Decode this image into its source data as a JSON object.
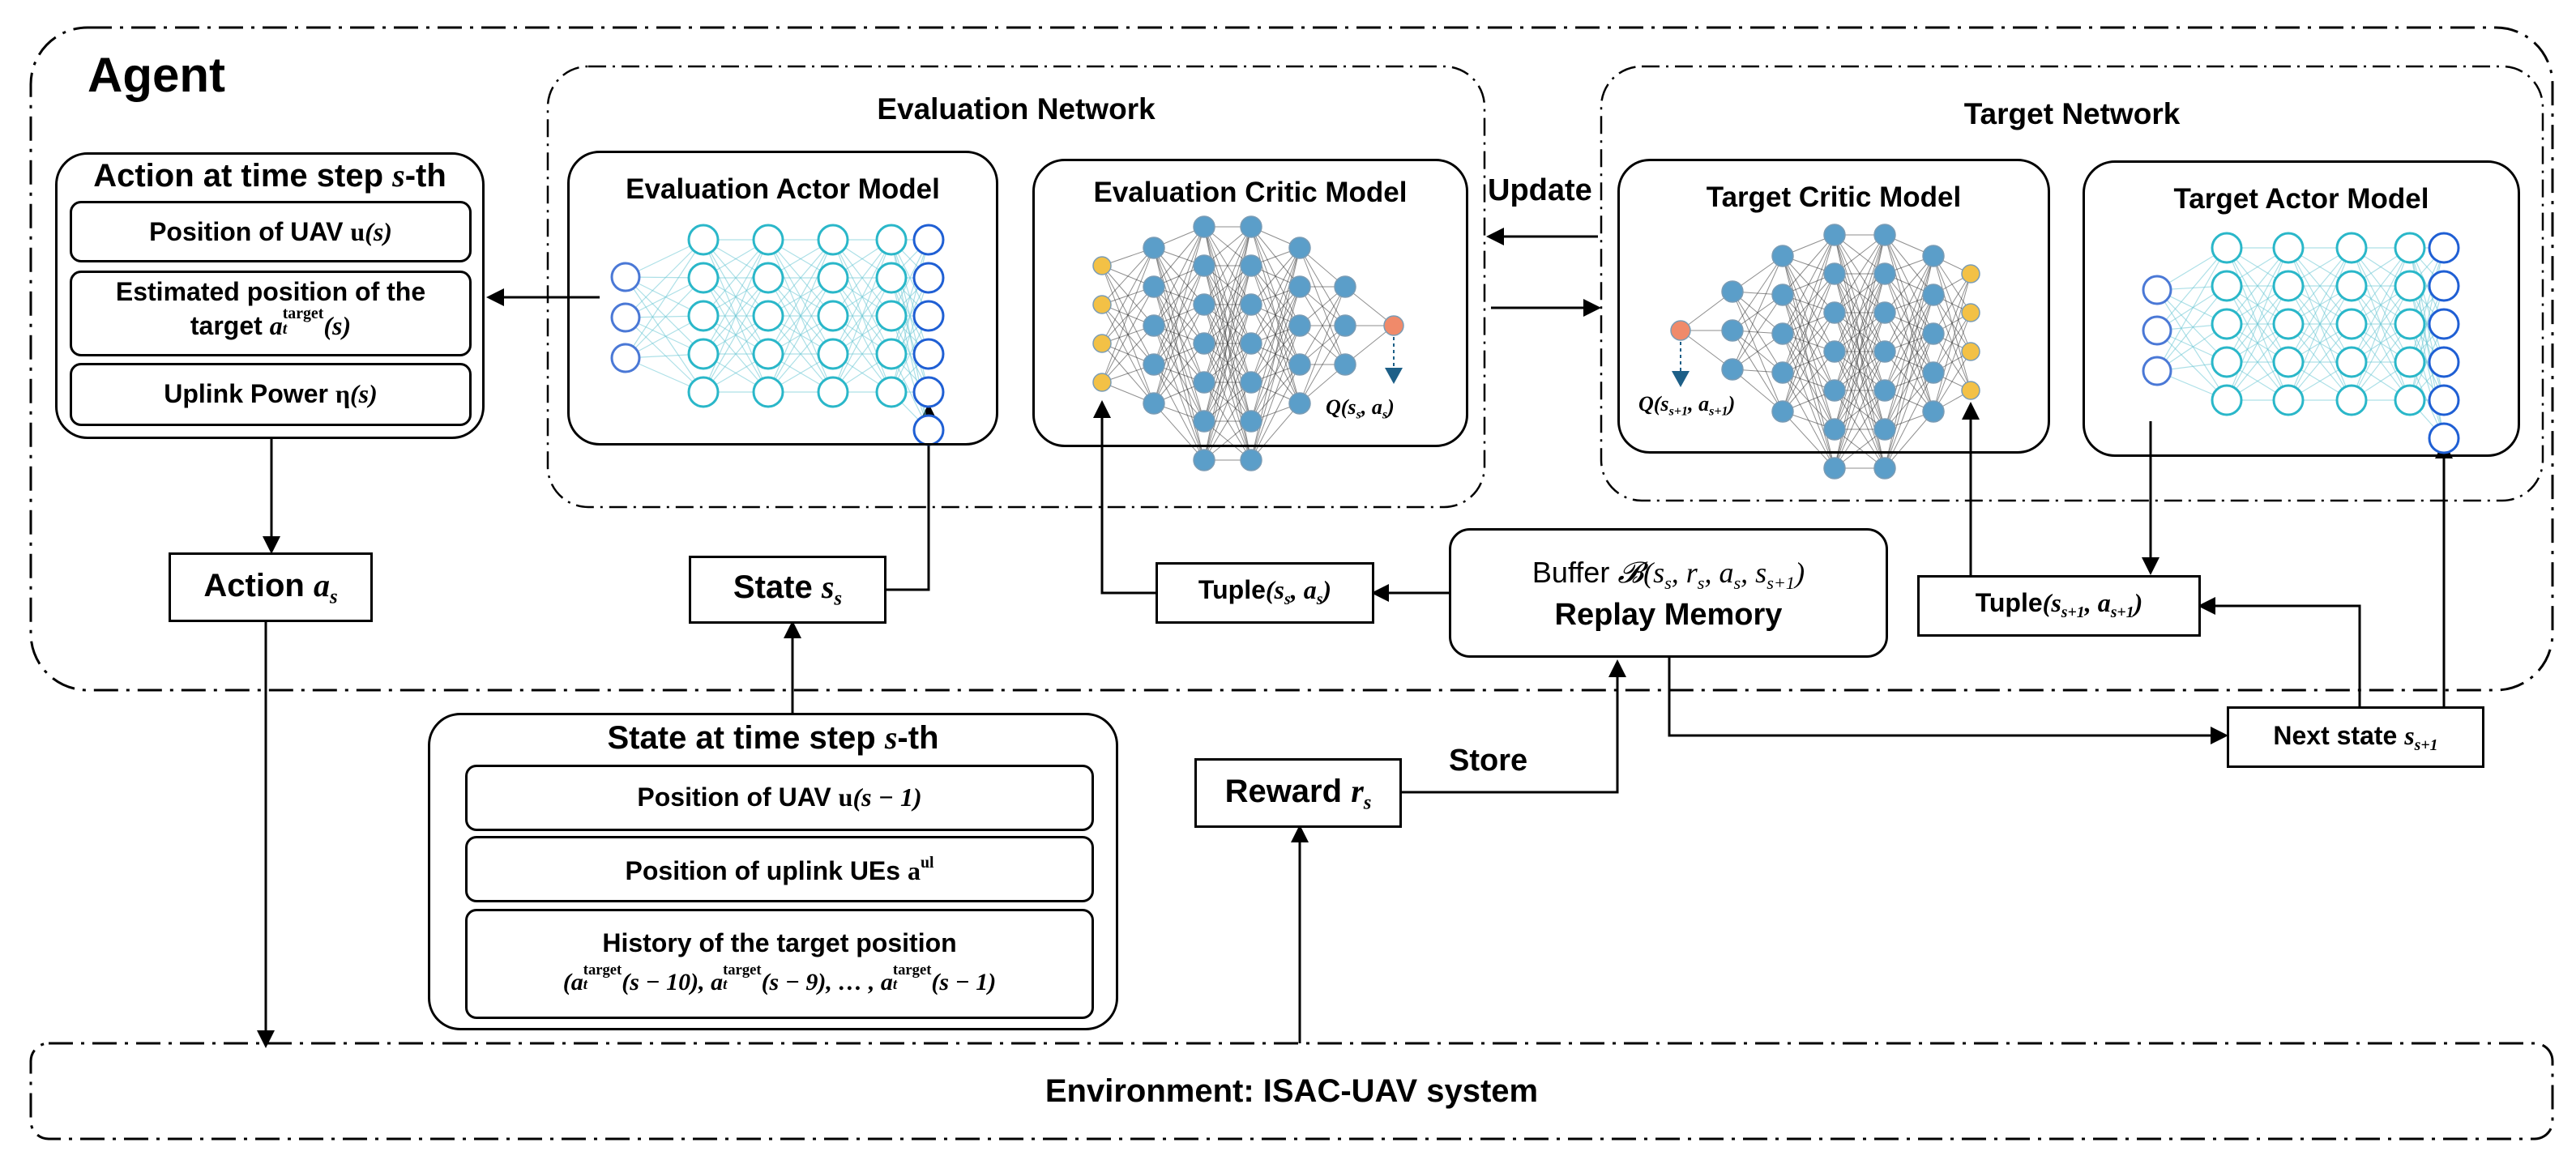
{
  "agent": {
    "title": "Agent"
  },
  "action_panel": {
    "title": "Action at time step",
    "title_var": "s",
    "title_suffix": "-th",
    "items": [
      {
        "text": "Position of UAV",
        "math": "u",
        "arg": "(s)"
      },
      {
        "line1": "Estimated position of the",
        "line2": "target",
        "math": "a",
        "sup": "target",
        "sub": "t",
        "arg": "(s)"
      },
      {
        "text": "Uplink Power",
        "math": "η",
        "arg": "(s)"
      }
    ]
  },
  "evaluation_network": {
    "title": "Evaluation Network",
    "actor_title": "Evaluation Actor Model",
    "critic_title": "Evaluation Critic Model",
    "critic_output": "Q(s",
    "critic_output_sub1": "s",
    "critic_output_mid": ", a",
    "critic_output_sub2": "s",
    "critic_output_end": ")"
  },
  "target_network": {
    "title": "Target Network",
    "critic_title": "Target Critic Model",
    "actor_title": "Target Actor Model",
    "critic_output": "Q(s",
    "critic_output_sub1": "s+1",
    "critic_output_mid": ", a",
    "critic_output_sub2": "s+1",
    "critic_output_end": ")"
  },
  "update_label": "Update",
  "action_box": {
    "text": "Action",
    "math": "a",
    "sub": "s"
  },
  "state_box": {
    "text": "State",
    "math": "s",
    "sub": "s"
  },
  "tuple_eval": {
    "text": "Tuple",
    "content": "(s",
    "sub1": "s",
    "mid": ", a",
    "sub2": "s",
    "end": ")"
  },
  "buffer": {
    "prefix": "Buffer",
    "symbol": "𝓑",
    "args": "(s",
    "a_sub1": "s",
    "a_r": ", r",
    "a_sub2": "s",
    "a_a": ", a",
    "a_sub3": "s",
    "a_s": ", s",
    "a_sub4": "s+1",
    "end": ")",
    "title": "Replay Memory"
  },
  "tuple_target": {
    "text": "Tuple",
    "content": "(s",
    "sub1": "s+1",
    "mid": ", a",
    "sub2": "s+1",
    "end": ")"
  },
  "next_state": {
    "text": "Next state",
    "math": "s",
    "sub": "s+1"
  },
  "store_label": "Store",
  "reward_box": {
    "text": "Reward",
    "math": "r",
    "sub": "s"
  },
  "state_panel": {
    "title": "State at time step",
    "title_var": "s",
    "title_suffix": "-th",
    "items": [
      {
        "text": "Position of UAV",
        "math": "u",
        "arg": "(s − 1)"
      },
      {
        "text": "Position of uplink UEs",
        "math": "a",
        "sup": "ul"
      },
      {
        "line1": "History of the target position",
        "h1": "(a",
        "h1sup": "target",
        "h1sub": "t",
        "h1arg": "(s − 10), a",
        "h2sup": "target",
        "h2sub": "t",
        "h2arg": "(s − 9), … , a",
        "h3sup": "target",
        "h3sub": "t",
        "h3arg": "(s − 1)"
      }
    ]
  },
  "environment": {
    "label": "Environment: ISAC-UAV system"
  },
  "colors": {
    "actor_node": "#2ab7c9",
    "actor_input": "#4a78d6",
    "actor_output": "#1f5fd4",
    "critic_node": "#5b9ec9",
    "critic_input": "#f3c146",
    "critic_output": "#f08a6a",
    "arrow_head": "#1d5f87"
  }
}
